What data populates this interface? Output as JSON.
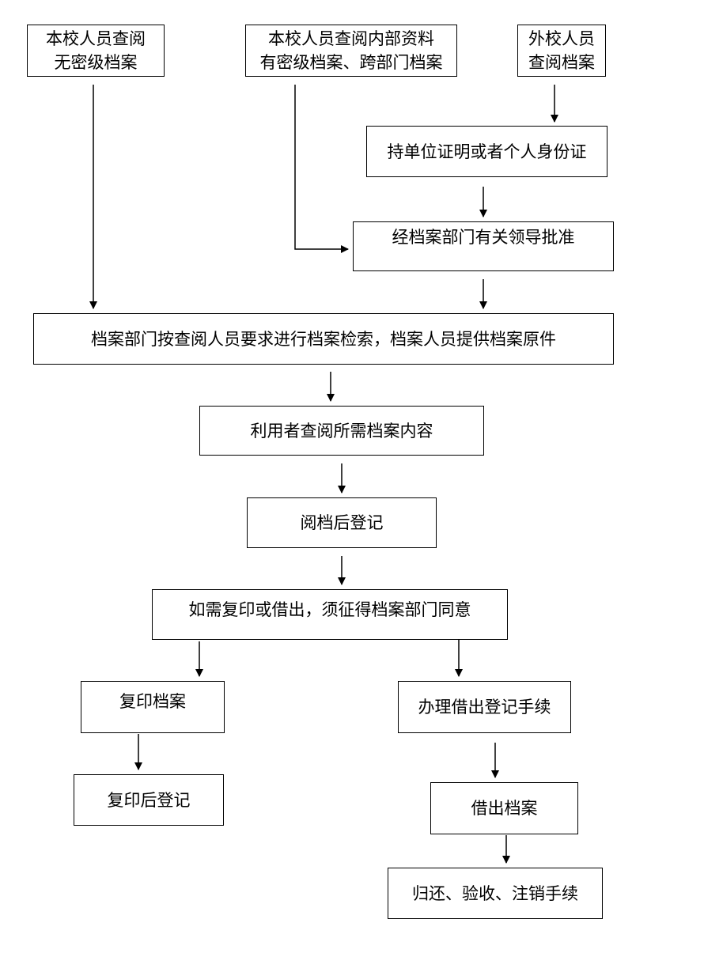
{
  "colors": {
    "stroke": "#000000",
    "background": "#ffffff"
  },
  "nodes": {
    "internal_unclassified": "本校人员查阅\n无密级档案",
    "internal_classified": "本校人员查阅内部资料\n有密级档案、跨部门档案",
    "external": "外校人员\n查阅档案",
    "present_id": "持单位证明或者个人身份证",
    "leader_approval": "经档案部门有关领导批准",
    "retrieval": "档案部门按查阅人员要求进行档案检索，档案人员提供档案原件",
    "consult": "利用者查阅所需档案内容",
    "register_after_reading": "阅档后登记",
    "copy_or_borrow_consent": "如需复印或借出，须征得档案部门同意",
    "copy_archive": "复印档案",
    "borrow_procedure": "办理借出登记手续",
    "copy_register": "复印后登记",
    "borrow_archive": "借出档案",
    "return_procedure": "归还、验收、注销手续"
  }
}
